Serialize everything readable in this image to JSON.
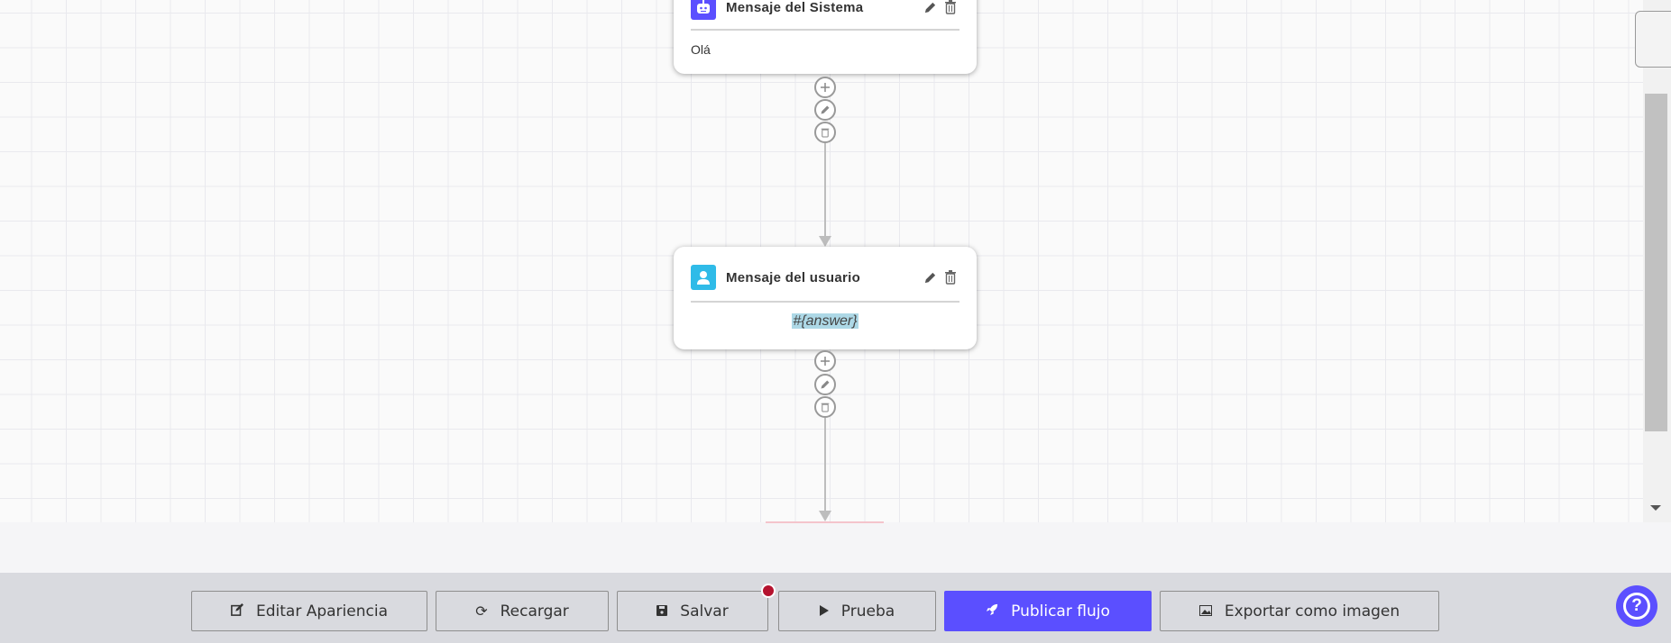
{
  "nodes": [
    {
      "type": "system",
      "title": "Mensaje del Sistema",
      "content": "Olá",
      "icon": "robot-icon",
      "color": "#5b4fff"
    },
    {
      "type": "user",
      "title": "Mensaje del usuario",
      "content": "#{answer}",
      "icon": "user-icon",
      "color": "#2fbbe8"
    }
  ],
  "toolbar": {
    "edit_appearance": "Editar Apariencia",
    "reload": "Recargar",
    "save": "Salvar",
    "test": "Prueba",
    "publish": "Publicar flujo",
    "export": "Exportar como imagen",
    "help": "?"
  },
  "colors": {
    "accent": "#5b4fff",
    "unsaved_dot": "#b5132f"
  }
}
